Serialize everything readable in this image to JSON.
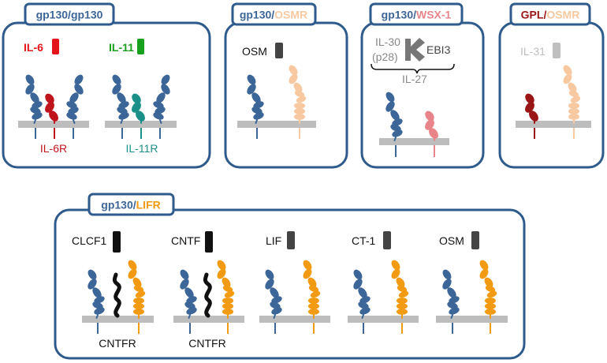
{
  "colors": {
    "frame": "#2f5b8c",
    "gp130": "#3d6698",
    "membrane": "#bdbdbd",
    "il6": "#e4141b",
    "il6r": "#c0141c",
    "il11": "#18a11f",
    "il11r": "#1b9088",
    "osmr": "#f8c9a0",
    "wsx1": "#e9858a",
    "gpl": "#9a1515",
    "lifr": "#f29a12",
    "black": "#111111",
    "dark_grey": "#444444",
    "mid_grey": "#8a8a8a",
    "light_grey": "#bfbfbf"
  },
  "panels": {
    "gp130_gp130": {
      "title_a": "gp130",
      "title_sep": "/",
      "title_b": "gp130",
      "il6_label": "IL-6",
      "il6r_label": "IL-6R",
      "il11_label": "IL-11",
      "il11r_label": "IL-11R"
    },
    "gp130_osmr": {
      "title_a": "gp130",
      "title_sep": "/",
      "title_b": "OSMR",
      "ligand": "OSM"
    },
    "gp130_wsx1": {
      "title_a": "gp130",
      "title_sep": "/",
      "title_b": "WSX-1",
      "il30_label": "IL-30",
      "p28_label": "(p28)",
      "ebi3_label": "EBI3",
      "il27_label": "IL-27"
    },
    "gpl_osmr": {
      "title_a": "GPL",
      "title_sep": "/",
      "title_b": "OSMR",
      "ligand": "IL-31"
    },
    "gp130_lifr": {
      "title_a": "gp130",
      "title_sep": "/",
      "title_b": "LIFR",
      "ligands": [
        "CLCF1",
        "CNTF",
        "LIF",
        "CT-1",
        "OSM"
      ],
      "coreceptor": "CNTFR"
    }
  }
}
